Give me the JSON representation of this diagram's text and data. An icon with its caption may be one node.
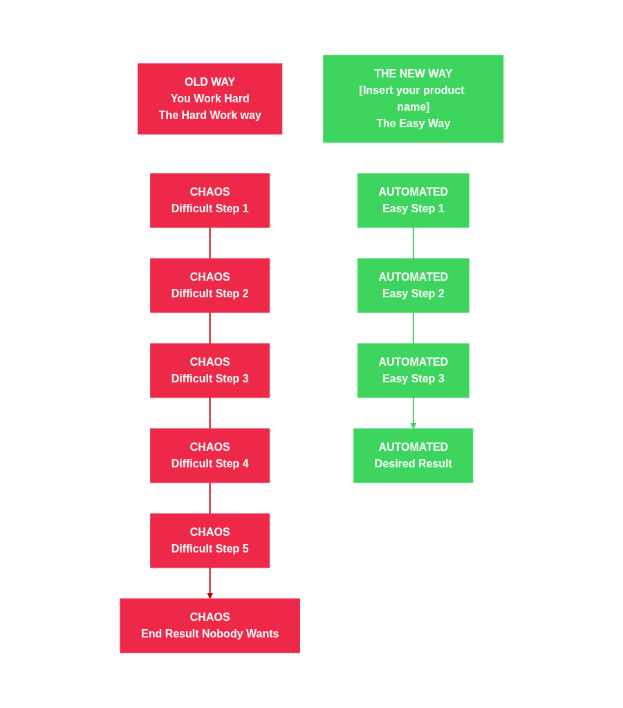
{
  "diagram": {
    "nodes": [
      {
        "text": [
          "OLD WAY",
          "You Work Hard",
          "The Hard Work way"
        ]
      },
      {
        "text": [
          "THE NEW WAY",
          "[Insert your product name]",
          "The Easy Way"
        ]
      },
      {
        "text": [
          "CHAOS",
          "Difficult Step 1"
        ]
      },
      {
        "text": [
          "CHAOS",
          "Difficult Step 2"
        ]
      },
      {
        "text": [
          "CHAOS",
          "Difficult Step 3"
        ]
      },
      {
        "text": [
          "CHAOS",
          "Difficult Step 4"
        ]
      },
      {
        "text": [
          "CHAOS",
          "Difficult Step 5"
        ]
      },
      {
        "text": [
          "CHAOS",
          "End Result Nobody Wants"
        ]
      },
      {
        "text": [
          "AUTOMATED",
          "Easy Step 1"
        ]
      },
      {
        "text": [
          "AUTOMATED",
          "Easy Step 2"
        ]
      },
      {
        "text": [
          "AUTOMATED",
          "Easy Step 3"
        ]
      },
      {
        "text": [
          "AUTOMATED",
          "Desired Result"
        ]
      }
    ],
    "edges": [
      {
        "from": 2,
        "to": 3,
        "arrow": "none",
        "color": "#c00000"
      },
      {
        "from": 3,
        "to": 4,
        "arrow": "none",
        "color": "#c00000"
      },
      {
        "from": 4,
        "to": 5,
        "arrow": "none",
        "color": "#c00000"
      },
      {
        "from": 5,
        "to": 6,
        "arrow": "none",
        "color": "#c00000"
      },
      {
        "from": 6,
        "to": 7,
        "arrow": "to",
        "color": "#c00000"
      },
      {
        "from": 8,
        "to": 9,
        "arrow": "none",
        "color": "#3dd35d"
      },
      {
        "from": 9,
        "to": 10,
        "arrow": "none",
        "color": "#3dd35d"
      },
      {
        "from": 10,
        "to": 11,
        "arrow": "to",
        "color": "#3dd35d"
      }
    ]
  }
}
